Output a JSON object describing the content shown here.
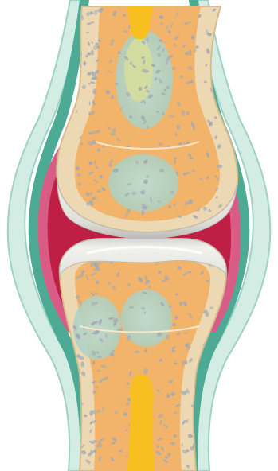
{
  "diagram": {
    "subject": "synovial-joint-cross-section",
    "colors": {
      "background": "#ffffff",
      "outer_membrane": "#d3ece4",
      "outer_membrane_edge": "#9fd2c4",
      "joint_capsule": "#4dab95",
      "synovial_fluid": "#bf1e45",
      "synovial_membrane": "#d95c86",
      "cortical_bone": "#ecd9b4",
      "cortical_bone_edge": "#d6bd8e",
      "spongy_bone": "#f2b46a",
      "bone_pores": "#a3a9b6",
      "marrow_cavity": "#f7c020",
      "growth_plate_region": "#b4d4c8",
      "epiphyseal_center": "#d2dca0",
      "articular_cartilage": "#e6e6e3",
      "articular_cartilage_shade": "#b9b9b6"
    },
    "parts": [
      {
        "id": "upper-bone",
        "icon": "long-bone-end"
      },
      {
        "id": "lower-bone",
        "icon": "long-bone-end"
      },
      {
        "id": "articular-cartilage-upper",
        "icon": "cartilage-cap"
      },
      {
        "id": "articular-cartilage-lower",
        "icon": "cartilage-cap"
      },
      {
        "id": "synovial-cavity",
        "icon": "fluid-region"
      },
      {
        "id": "joint-capsule",
        "icon": "capsule"
      },
      {
        "id": "synovial-membrane",
        "icon": "membrane"
      },
      {
        "id": "bone-marrow-upper",
        "icon": "marrow"
      },
      {
        "id": "bone-marrow-lower",
        "icon": "marrow"
      }
    ]
  }
}
